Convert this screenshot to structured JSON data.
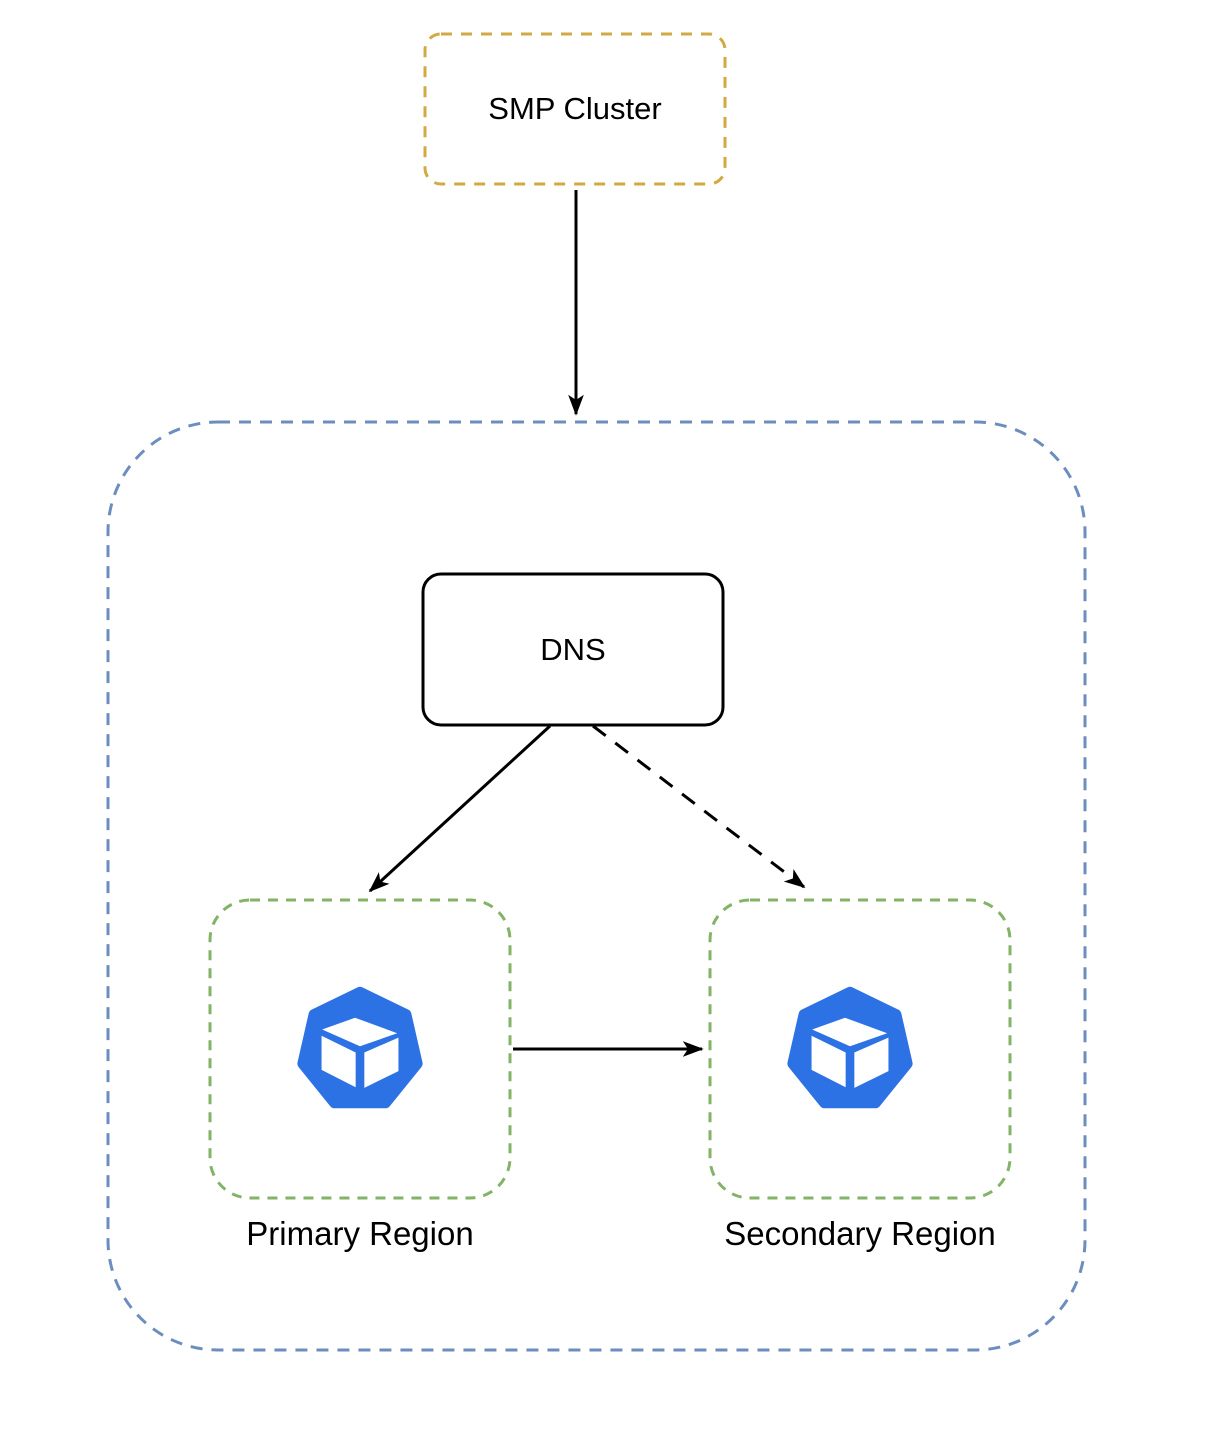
{
  "diagram": {
    "type": "architecture-diagram",
    "nodes": {
      "smp_cluster": {
        "label": "SMP Cluster",
        "border_color": "#D2A942",
        "border_style": "dashed",
        "shape": "rounded-rectangle"
      },
      "outer_container": {
        "label": "",
        "border_color": "#6C8EBF",
        "border_style": "dashed",
        "shape": "rounded-rectangle",
        "contains": [
          "dns",
          "primary_region",
          "secondary_region"
        ]
      },
      "dns": {
        "label": "DNS",
        "border_color": "#000000",
        "border_style": "solid",
        "shape": "rounded-rectangle"
      },
      "primary_region": {
        "label": "Primary Region",
        "border_color": "#82B366",
        "border_style": "dashed",
        "shape": "rounded-rectangle",
        "icon": "cluster-heptagon-cube-icon"
      },
      "secondary_region": {
        "label": "Secondary Region",
        "border_color": "#82B366",
        "border_style": "dashed",
        "shape": "rounded-rectangle",
        "icon": "cluster-heptagon-cube-icon"
      }
    },
    "edges": [
      {
        "from": "smp_cluster",
        "to": "outer_container",
        "line_style": "solid",
        "arrowhead": "filled-classic"
      },
      {
        "from": "dns",
        "to": "primary_region",
        "line_style": "solid",
        "arrowhead": "filled-classic"
      },
      {
        "from": "dns",
        "to": "secondary_region",
        "line_style": "dashed",
        "arrowhead": "filled-classic"
      },
      {
        "from": "primary_region",
        "to": "secondary_region",
        "line_style": "solid",
        "arrowhead": "filled-classic"
      }
    ],
    "colors": {
      "background": "#FFFFFF",
      "icon_blue": "#2D72E4",
      "smp_border": "#D2A942",
      "outer_border": "#6C8EBF",
      "region_border": "#82B366",
      "edge_color": "#000000",
      "label_color": "#000000"
    }
  }
}
